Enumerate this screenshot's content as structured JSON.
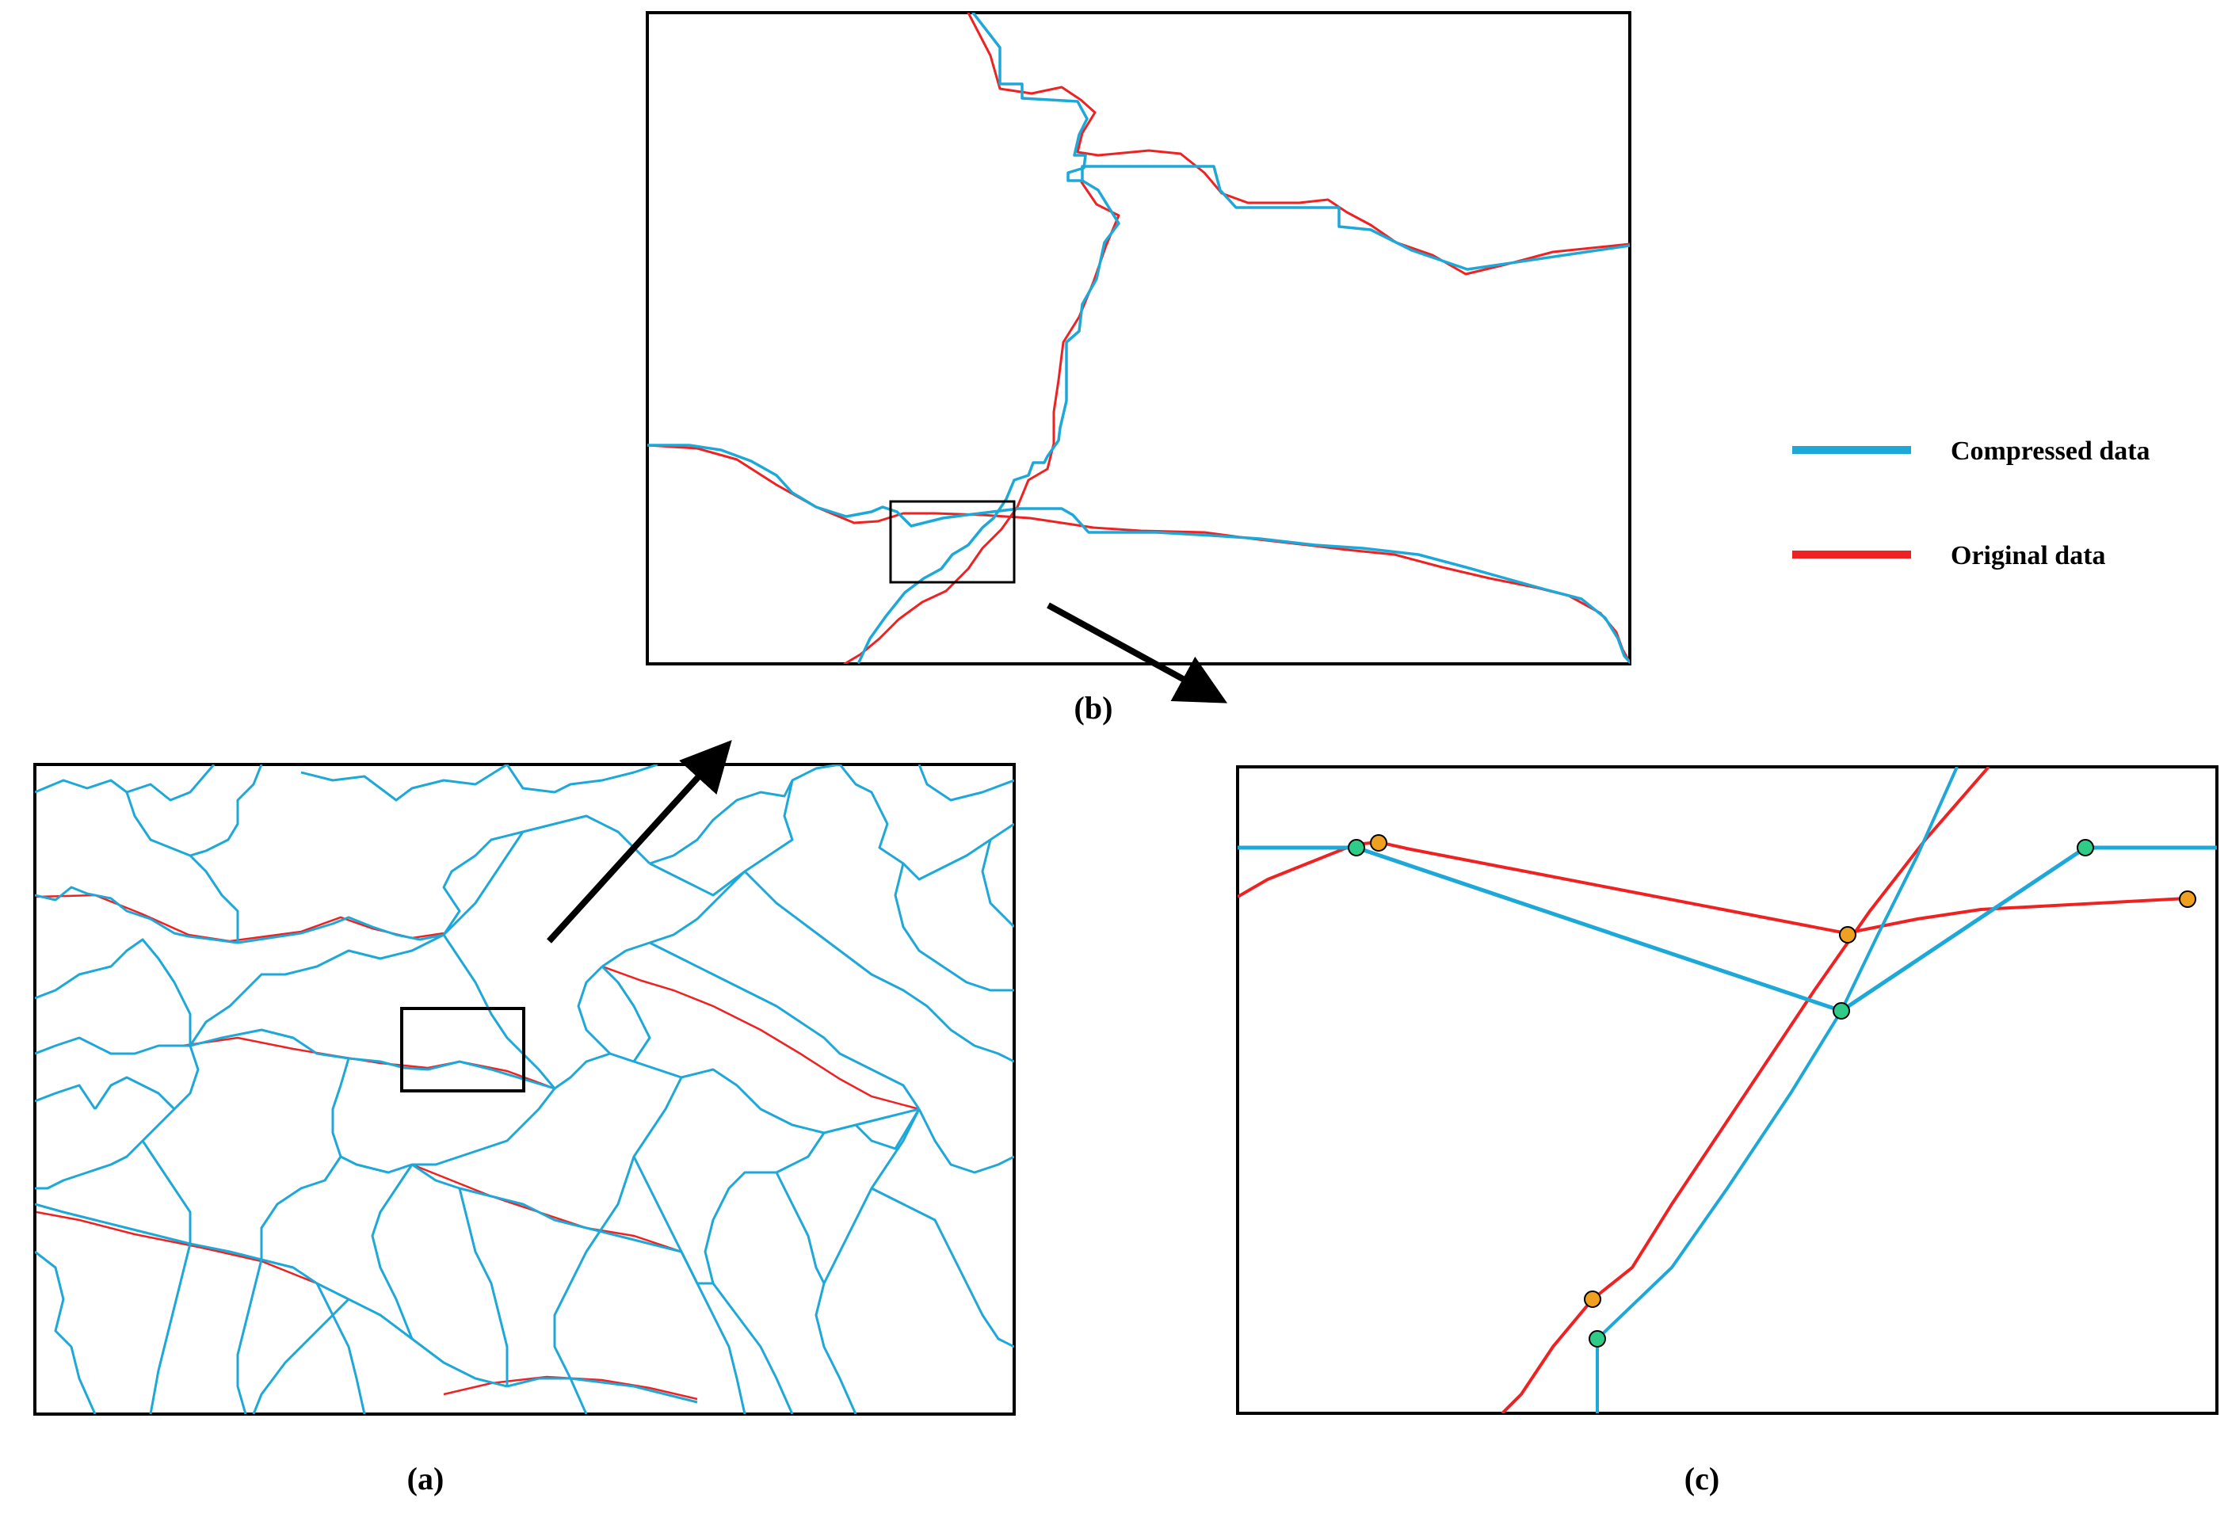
{
  "colors": {
    "compressed": "#1ea8d8",
    "original": "#ee2222",
    "compressed_vertex": "#2fcc88",
    "original_vertex": "#f0a020",
    "frame": "#000000"
  },
  "legend": {
    "compressed_label": "Compressed data",
    "original_label": "Original data"
  },
  "panels": {
    "a_label": "(a)",
    "b_label": "(b)",
    "c_label": "(c)"
  }
}
